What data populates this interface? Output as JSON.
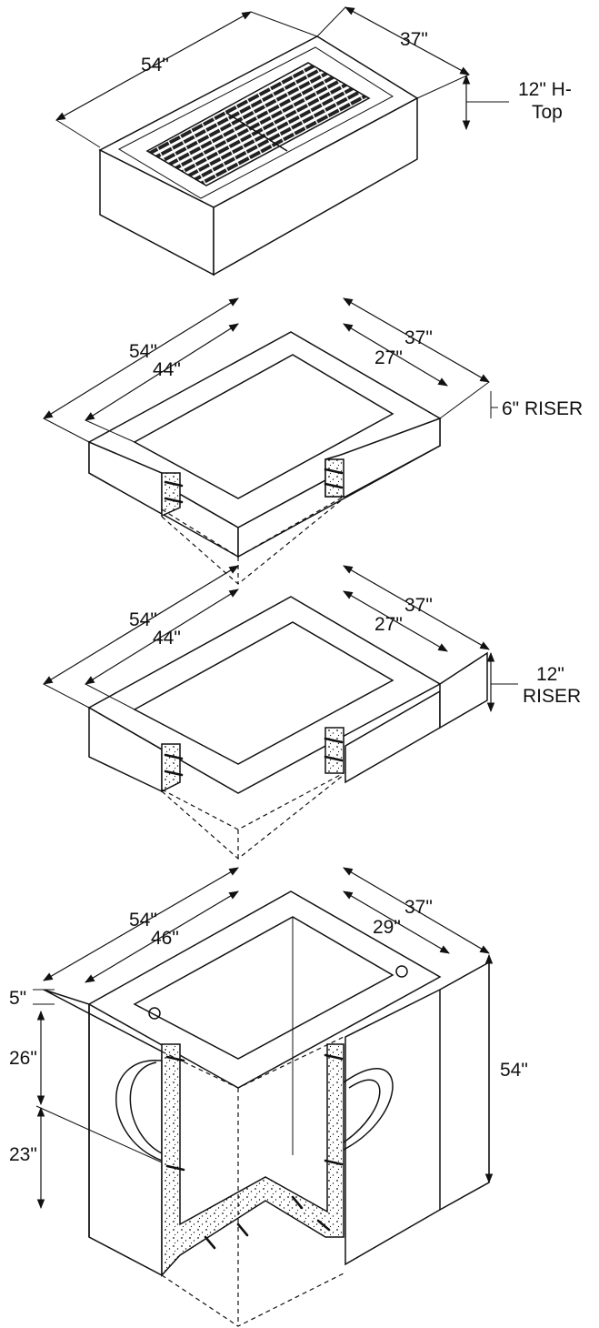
{
  "top": {
    "length": "54\"",
    "width": "37\"",
    "height": "12\" H-",
    "height_line2": "Top"
  },
  "riser6": {
    "outer_length": "54\"",
    "inner_length": "44\"",
    "outer_width": "37\"",
    "inner_width": "27\"",
    "label": "6\" RISER"
  },
  "riser12": {
    "outer_length": "54\"",
    "inner_length": "44\"",
    "outer_width": "37\"",
    "inner_width": "27\"",
    "label_line1": "12\"",
    "label_line2": "RISER"
  },
  "base": {
    "outer_length": "54\"",
    "inner_length": "46\"",
    "outer_width": "37\"",
    "inner_width": "29\"",
    "wall_top": "5\"",
    "upper_height": "26\"",
    "lower_height": "23\"",
    "total_height": "54\""
  }
}
